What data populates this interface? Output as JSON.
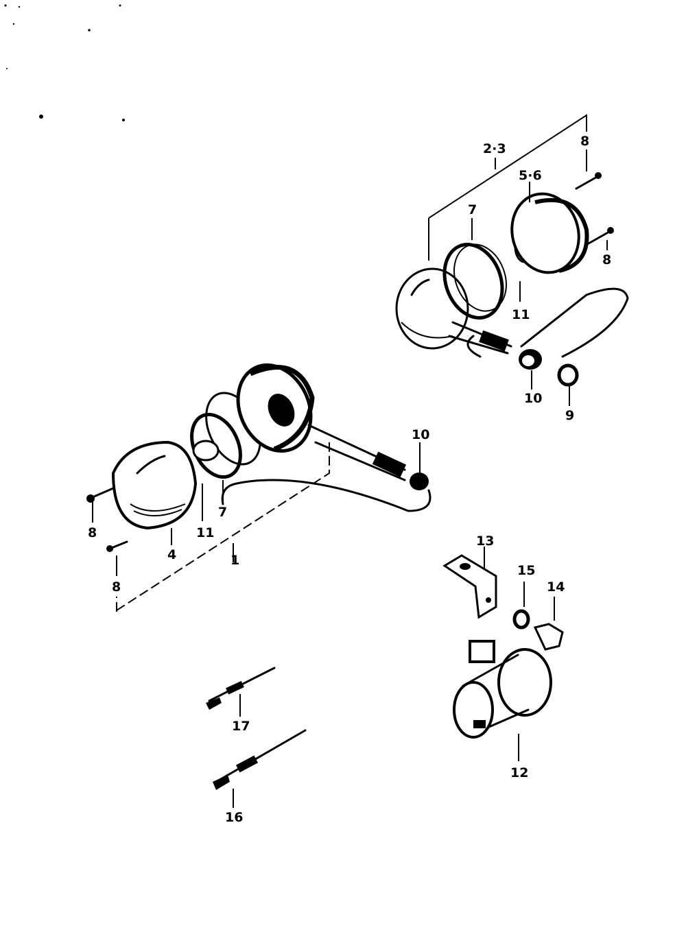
{
  "callouts": {
    "c1": "1",
    "c2_3": "2·3",
    "c4": "4",
    "c5_6": "5·6",
    "c7_left": "7",
    "c7_right": "7",
    "c8_a": "8",
    "c8_b": "8",
    "c8_c": "8",
    "c8_d": "8",
    "c9": "9",
    "c10_left": "10",
    "c10_right": "10",
    "c11_left": "11",
    "c11_right": "11",
    "c12": "12",
    "c13": "13",
    "c14": "14",
    "c15": "15",
    "c16": "16",
    "c17": "17"
  }
}
